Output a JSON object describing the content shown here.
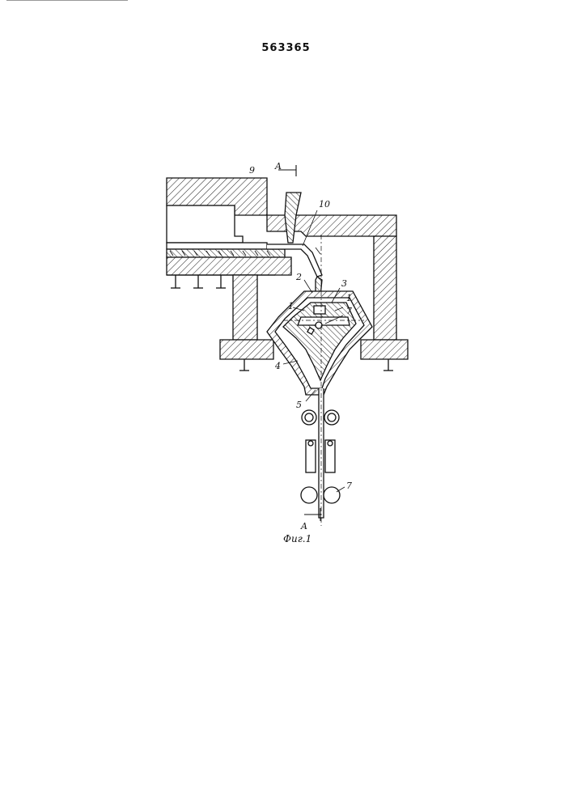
{
  "header": {
    "patent_number": "563365"
  },
  "figure": {
    "caption": "Фиг.1",
    "section_marks": [
      "A",
      "A"
    ],
    "labels": [
      "9",
      "10",
      "2",
      "3",
      "1",
      "1",
      "7",
      "4",
      "5",
      "7"
    ]
  }
}
